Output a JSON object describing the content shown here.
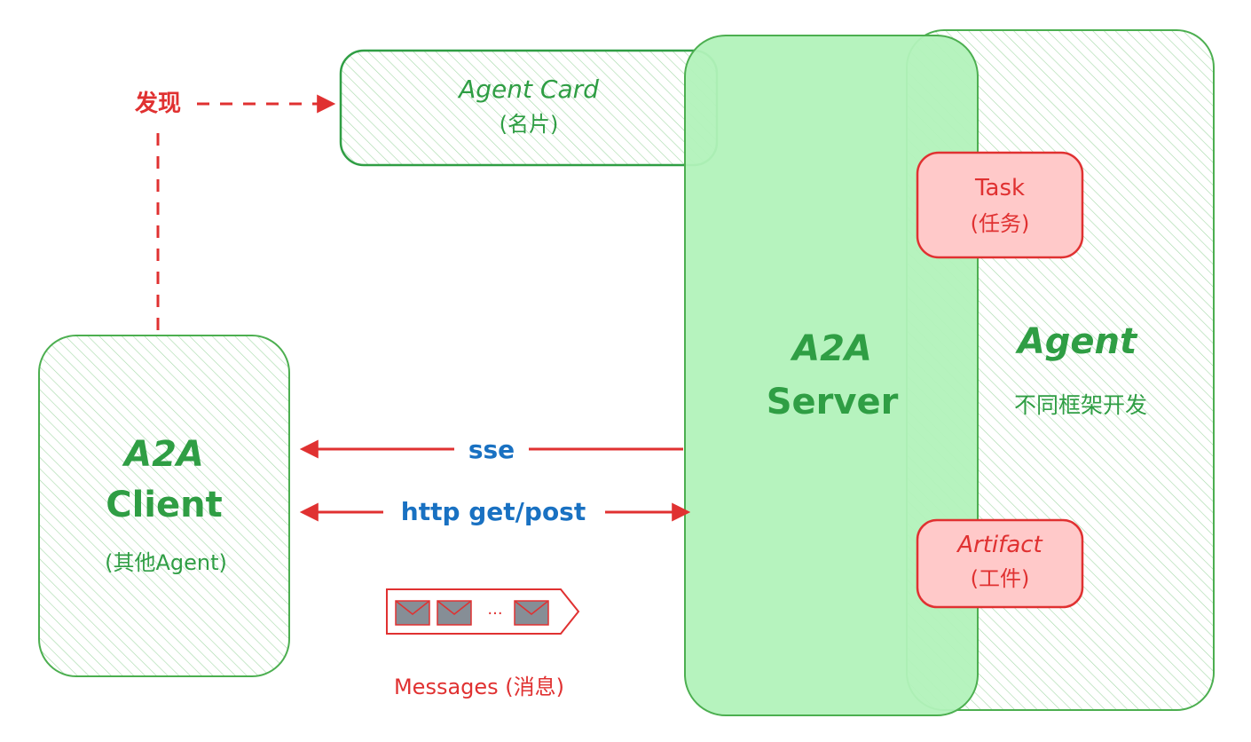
{
  "discovery": {
    "label": "发现"
  },
  "agent_card": {
    "title": "Agent Card",
    "subtitle": "(名片)"
  },
  "client": {
    "title_line1": "A2A",
    "title_line2": "Client",
    "subtitle": "(其他Agent)"
  },
  "server": {
    "title_line1": "A2A",
    "title_line2": "Server"
  },
  "agent": {
    "title": "Agent",
    "subtitle": "不同框架开发"
  },
  "task": {
    "title": "Task",
    "subtitle": "(任务)"
  },
  "artifact": {
    "title": "Artifact",
    "subtitle": "(工件)"
  },
  "connections": {
    "sse": "sse",
    "http": "http get/post"
  },
  "messages": {
    "label": "Messages (消息)",
    "separator": "···",
    "icon": "envelope-icon"
  },
  "colors": {
    "green_stroke": "#4caf50",
    "green_fill": "#b2f2bb",
    "green_text": "#2f9e44",
    "red_stroke": "#e03131",
    "red_fill": "#ffc9c9",
    "blue_text": "#1971c2",
    "envelope_fill": "#868e96"
  }
}
